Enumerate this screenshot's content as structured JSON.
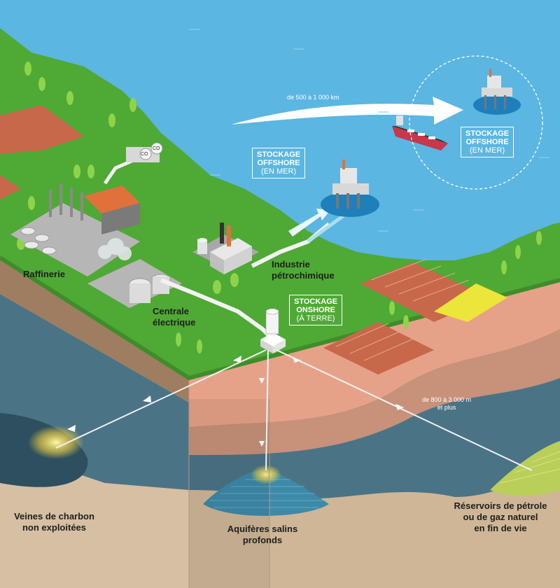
{
  "labels": {
    "raffinerie": "Raffinerie",
    "centrale_line1": "Centrale",
    "centrale_line2": "électrique",
    "industrie_line1": "Industrie",
    "industrie_line2": "pétrochimique",
    "veines_line1": "Veines de charbon",
    "veines_line2": "non exploitées",
    "aquiferes_line1": "Aquifères salins",
    "aquiferes_line2": "profonds",
    "reservoirs_line1": "Réservoirs de pétrole",
    "reservoirs_line2": "ou de gaz naturel",
    "reservoirs_line3": "en fin de vie",
    "distance_ship": "de 500 à 1 000 km",
    "depth_line1": "de 800 à 3 000 m",
    "depth_line2": "et plus",
    "co2_tank_1": "CO",
    "co2_tank_2": "CO"
  },
  "boxes": {
    "offshore_near": {
      "line1": "STOCKAGE",
      "line2": "OFFSHORE",
      "line3": "(EN MER)"
    },
    "offshore_far": {
      "line1": "STOCKAGE",
      "line2": "OFFSHORE",
      "line3": "(EN MER)"
    },
    "onshore": {
      "line1": "STOCKAGE",
      "line2": "ONSHORE",
      "line3": "(À TERRE)"
    }
  },
  "colors": {
    "sea": "#5bb6e2",
    "grass": "#4fa935",
    "field": "#c8684a",
    "yellow_field": "#ece53a",
    "soil_base": "#d9c3a6",
    "soil_dark": "#a58a72",
    "layer_pink": "#e59c86",
    "layer_blue": "#3f6f82",
    "pipe": "#f2f2f2"
  }
}
